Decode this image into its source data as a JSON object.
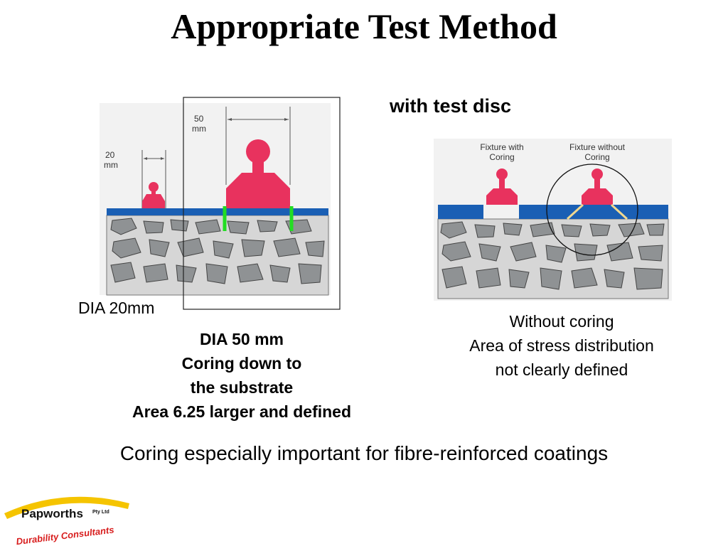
{
  "slide": {
    "title": "Appropriate Test Method",
    "subtitle": "with test disc",
    "fig1": {
      "dim_small_value": "20",
      "dim_small_unit": "mm",
      "dim_large_value": "50",
      "dim_large_unit": "mm"
    },
    "fig2": {
      "label_left_1": "Fixture with",
      "label_left_2": "Coring",
      "label_right_1": "Fixture without",
      "label_right_2": "Coring"
    },
    "dia20_label": "DIA 20mm",
    "dia50_lines": [
      "DIA 50 mm",
      "Coring down to",
      "the substrate",
      "Area 6.25 larger and defined"
    ],
    "coring_lines": [
      "Without coring",
      "Area of stress distribution",
      "not clearly defined"
    ],
    "bottom_note": "Coring especially important for fibre-reinforced coatings",
    "logo": {
      "name": "Papworths",
      "suffix": "Pty Ltd",
      "tagline": "Durability Consultants"
    },
    "colors": {
      "dolly": "#e8325e",
      "coating": "#1a5fb4",
      "concrete": "#d6d6d6",
      "stone": "#8f9294",
      "core_line": "#22dd22",
      "stress_line": "#f0d890",
      "logo_red": "#d81e1e",
      "logo_yellow": "#f5c400"
    }
  }
}
